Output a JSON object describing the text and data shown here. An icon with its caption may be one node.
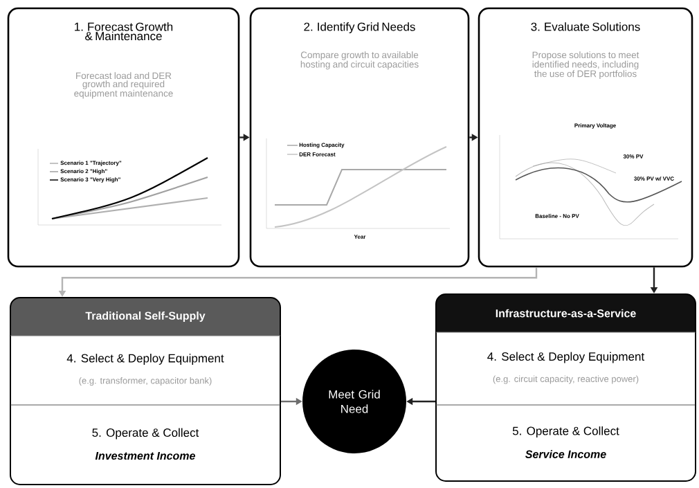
{
  "diagram": {
    "nodes": [
      {
        "text": [
          "1. Forecast Growth & Maintenance",
          "Forecast load and DER growth and required equipment maintenance"
        ]
      },
      {
        "text": [
          "2. Identify Grid Needs",
          "Compare growth to available hosting and circuit capacities"
        ]
      },
      {
        "text": [
          "3. Evaluate Solutions",
          "Propose solutions to meet identified needs, including the use of DER portfolios"
        ]
      },
      {
        "text": [
          "Traditional Self-Supply"
        ]
      },
      {
        "text": [
          "4. Select & Deploy Equipment",
          "(e.g. transformer, capacitor bank)"
        ],
        "in": 3
      },
      {
        "text": [
          "5. Operate & Collect",
          "Investment Income"
        ],
        "in": 3
      },
      {
        "text": [
          "Meet Grid Need"
        ]
      },
      {
        "text": [
          "Infrastructure-as-a-Service"
        ]
      },
      {
        "text": [
          "4. Select & Deploy Equipment",
          "(e.g. circuit capacity, reactive power)"
        ],
        "in": 7
      },
      {
        "text": [
          "5. Operate & Collect",
          "Service Income"
        ],
        "in": 7
      }
    ],
    "edges": [
      {
        "from": 0,
        "to": 1,
        "arrow": "to"
      },
      {
        "from": 1,
        "to": 2,
        "arrow": "to"
      },
      {
        "from": 2,
        "to": 3,
        "arrow": "to",
        "color": "#b4b4b4"
      },
      {
        "from": 2,
        "to": 7,
        "arrow": "to"
      },
      {
        "from": 3,
        "to": 6,
        "arrow": "to",
        "color": "#6e6e6e"
      },
      {
        "from": 7,
        "to": 6,
        "arrow": "to"
      }
    ],
    "labels": [
      "Year",
      "Primary Voltage",
      "30% PV",
      "30% PV w/ VVC",
      "Baseline - No PV"
    ],
    "legend": [
      {
        "text": "Scenario 1 \"Trajectory\""
      },
      {
        "text": "Scenario 2 \"High\""
      },
      {
        "text": "Scenario 3 \"Very High\""
      },
      {
        "text": "Hosting Capacity"
      },
      {
        "text": "DER Forecast"
      }
    ]
  }
}
